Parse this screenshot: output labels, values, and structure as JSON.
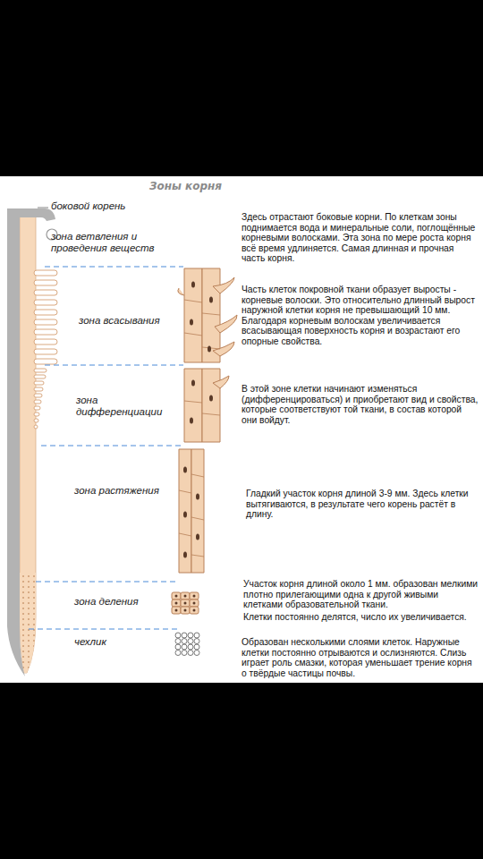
{
  "diagram": {
    "title": "Зоны корня",
    "labels": [
      "боковой корень",
      "зона ветвления и проведения веществ",
      "Здесь отрастают боковые корни. По клеткам зоны поднимается вода и минеральные соли, поглощённые корневыми волосками. Эта зона по мере роста корня всё время удлиняется. Самая длинная и прочная часть корня.",
      "зона всасывания",
      "Часть клеток покровной ткани образует выросты - корневые волоски. Это относительно длинный вырост наружной клетки корня не превышающий 10 мм. Благодаря корневым волоскам увеличивается всасывающая поверхность корня и возрастают его опорные свойства.",
      "зона дифференциации",
      "В этой зоне клетки начинают изменяться (дифференцироваться) и приобретают вид и свойства, которые соответствуют той ткани, в состав которой они войдут.",
      "зона растяжения",
      "Гладкий участок корня длиной 3-9 мм. Здесь клетки вытягиваются, в результате чего корень растёт в длину.",
      "зона деления",
      "Участок корня длиной около 1 мм. образован мелкими плотно прилегающими одна к другой живыми клетками образовательной ткани.",
      "Клетки постоянно делятся, число их увеличивается.",
      "чехлик",
      "Образован несколькими слоями клеток. Наружные клетки постоянно отрываются и ослизняются. Слизь играет роль смазки, которая уменьшает трение корня о твёрдые частицы почвы."
    ]
  }
}
